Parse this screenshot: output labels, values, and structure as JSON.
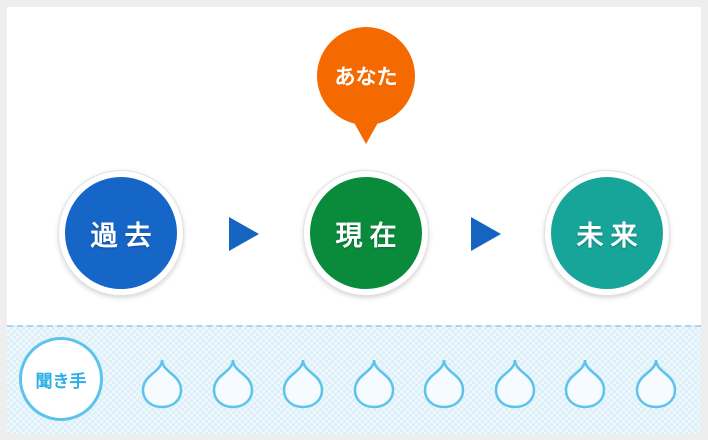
{
  "timeline": {
    "past": "過去",
    "present": "現在",
    "future": "未来"
  },
  "speaker": "あなた",
  "listener_label": "聞き手",
  "listener_slots": 8,
  "colors": {
    "past": "#1666c8",
    "present": "#0a8b3c",
    "future": "#17a59a",
    "speaker": "#f56a00",
    "arrow": "#1565c0",
    "listener_accent": "#5cc3ec"
  }
}
